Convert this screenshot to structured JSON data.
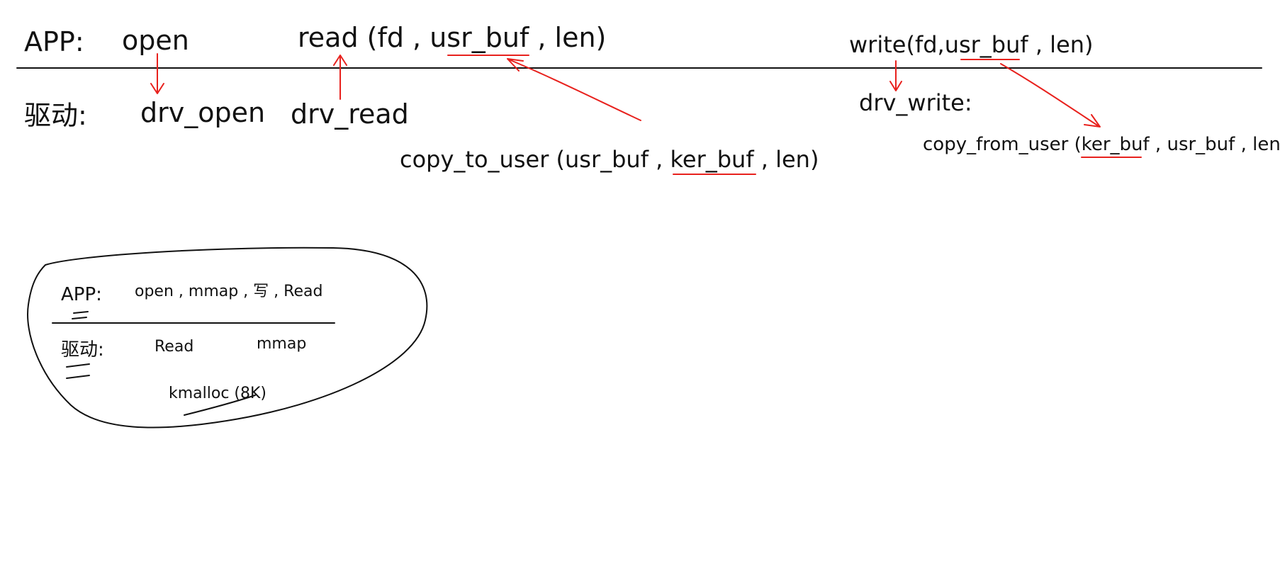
{
  "colors": {
    "ink": "#111111",
    "annotation_red": "#e8211d",
    "background": "#ffffff"
  },
  "top_section": {
    "app_row": {
      "label": "APP:",
      "open_call": "open",
      "read_call": "read (fd , usr_buf , len)",
      "write_call": "write(fd,usr_buf , len)"
    },
    "driver_row": {
      "label": "驱动:",
      "drv_open": "drv_open",
      "drv_read": "drv_read",
      "drv_write": "drv_write:",
      "copy_to_user": "copy_to_user (usr_buf , ker_buf , len)",
      "copy_from_user": "copy_from_user (ker_buf , usr_buf , len)"
    }
  },
  "bubble_note": {
    "app_label": "APP:",
    "app_items": "open , mmap , 写 , Read",
    "driver_label": "驱动:",
    "driver_read": "Read",
    "driver_mmap": "mmap",
    "kmalloc": "kmalloc (8K)"
  }
}
